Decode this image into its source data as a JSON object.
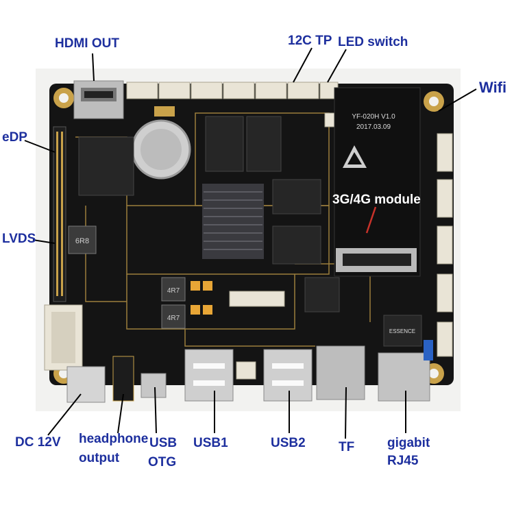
{
  "labels": {
    "hdmi": "HDMI OUT",
    "i2c_tp": "12C TP",
    "led_switch": "LED switch",
    "wifi": "Wifi",
    "edp": "eDP",
    "lvds": "LVDS",
    "dc12v": "DC 12V",
    "headphone_l1": "headphone",
    "headphone_l2": "output",
    "usb_otg_l1": "USB",
    "usb_otg_l2": "OTG",
    "usb1": "USB1",
    "usb2": "USB2",
    "tf": "TF",
    "rj45_l1": "gigabit",
    "rj45_l2": "RJ45",
    "module_3g4g": "3G/4G module"
  },
  "board_text": {
    "model": "YF-020H V1.0",
    "date": "2017.03.09",
    "ind_4r7_a": "4R7",
    "ind_4r7_b": "4R7",
    "ind_6r8": "6R8",
    "eth_chip": "ESSENCE"
  },
  "colors": {
    "label": "#1d2f9e",
    "pcb": "#141414",
    "silk": "#d8c9a0",
    "gold": "#c9a24a",
    "connector": "#e9e4d6",
    "metal": "#c8c8c8",
    "module": "#101010",
    "pointer": "#000000"
  }
}
